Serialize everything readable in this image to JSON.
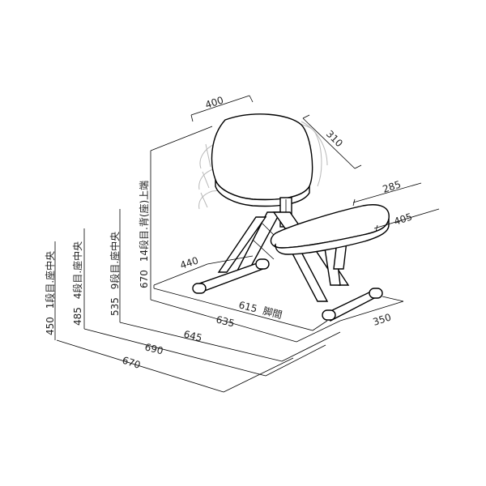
{
  "dimensions": {
    "seat_width": "400",
    "seat_depth": "310",
    "knee_depth": "285",
    "knee_width": "405",
    "base_depth": "440",
    "base_width": "350",
    "leg_span": "615",
    "leg_span_label": "脚間",
    "length_14": "635",
    "length_9": "645",
    "length_4": "690",
    "length_1": "670"
  },
  "heights": {
    "step_1": {
      "value": "450",
      "label": "1段目.座中央"
    },
    "step_4": {
      "value": "485",
      "label": "4段目.座中央"
    },
    "step_9": {
      "value": "535",
      "label": "9段目.座中央"
    },
    "step_14": {
      "value": "670",
      "label": "14段目.背(座)上端"
    }
  },
  "colors": {
    "line": "#000000",
    "ghost": "#b8b8b8",
    "text": "#222222"
  }
}
